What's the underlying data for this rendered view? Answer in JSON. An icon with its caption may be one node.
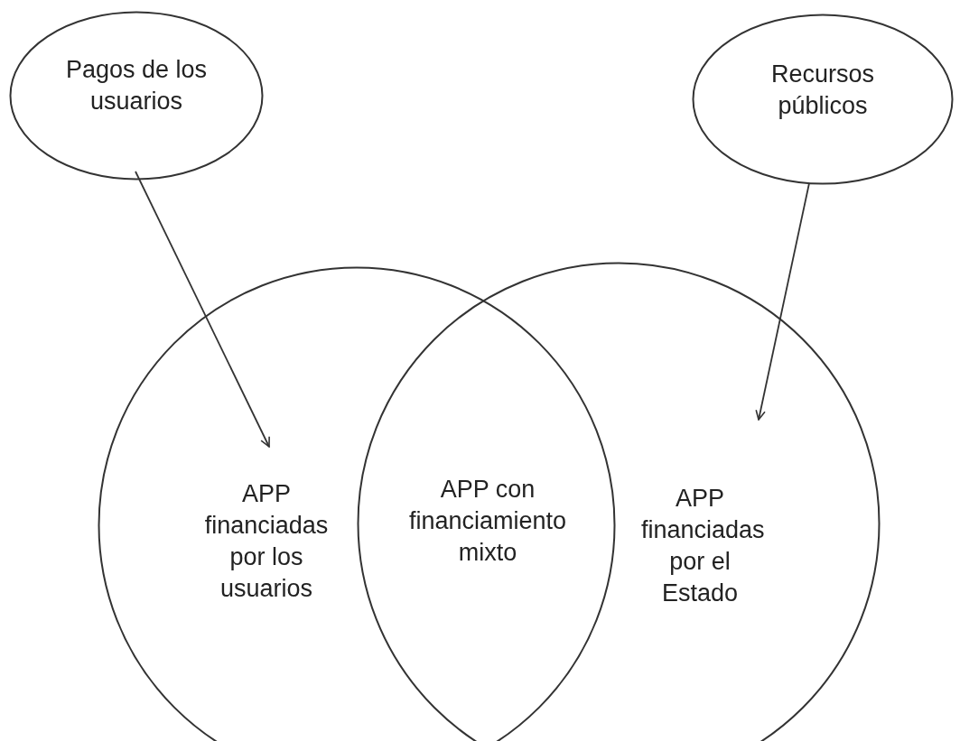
{
  "diagram": {
    "nodes": [
      {
        "text": [
          "Pagos de los usuarios"
        ]
      },
      {
        "text": [
          "Recursos públicos"
        ]
      },
      {
        "text": [
          "APP financiadas por los usuarios"
        ]
      },
      {
        "text": [
          "APP financiadas por el Estado"
        ]
      }
    ],
    "edges": [
      {
        "from": 0,
        "to": 2,
        "arrow": "to"
      },
      {
        "from": 1,
        "to": 3,
        "arrow": "to"
      }
    ],
    "labels": [
      "APP con financiamiento mixto"
    ]
  }
}
